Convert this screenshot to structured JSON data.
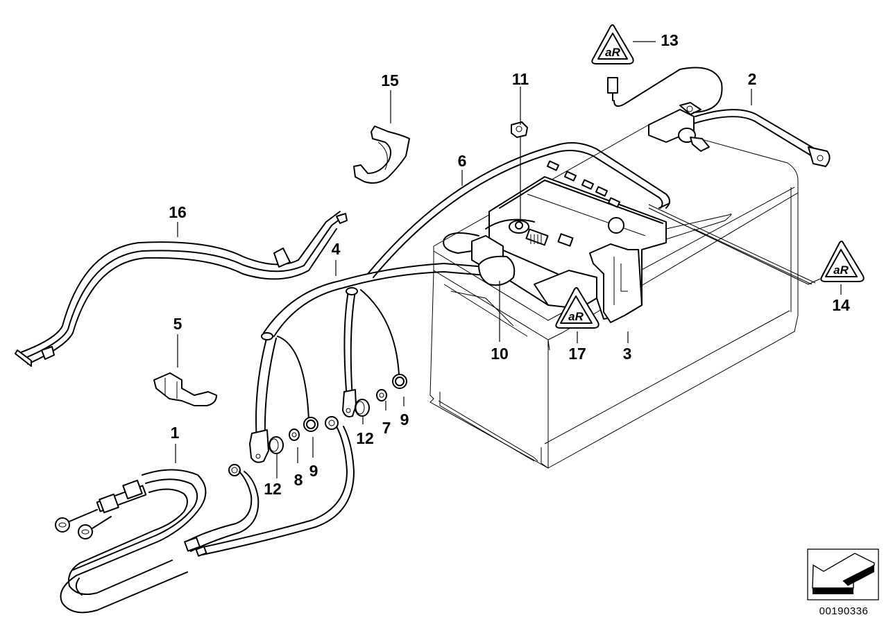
{
  "diagram": {
    "title": "Battery cables / battery assembly – exploded parts diagram",
    "reference_number": "00190336",
    "callouts": [
      {
        "id": "1",
        "label": "1",
        "part": "battery-cable-loop"
      },
      {
        "id": "2",
        "label": "2",
        "part": "positive-terminal-cable"
      },
      {
        "id": "3",
        "label": "3",
        "part": "terminal-bracket"
      },
      {
        "id": "4",
        "label": "4",
        "part": "ground-cable-harness"
      },
      {
        "id": "5",
        "label": "5",
        "part": "cable-clip"
      },
      {
        "id": "6",
        "label": "6",
        "part": "battery-vent-hose"
      },
      {
        "id": "7",
        "label": "7",
        "part": "hex-nut"
      },
      {
        "id": "8",
        "label": "8",
        "part": "hex-nut"
      },
      {
        "id": "9a",
        "label": "9",
        "part": "washer"
      },
      {
        "id": "9b",
        "label": "9",
        "part": "washer"
      },
      {
        "id": "10",
        "label": "10",
        "part": "terminal-cover-cap"
      },
      {
        "id": "11",
        "label": "11",
        "part": "collar-nut"
      },
      {
        "id": "12a",
        "label": "12",
        "part": "grommet"
      },
      {
        "id": "12b",
        "label": "12",
        "part": "grommet"
      },
      {
        "id": "13",
        "label": "13",
        "part": "warning-label"
      },
      {
        "id": "14",
        "label": "14",
        "part": "warning-label"
      },
      {
        "id": "15",
        "label": "15",
        "part": "mounting-bracket"
      },
      {
        "id": "16",
        "label": "16",
        "part": "cable-guide-rail"
      },
      {
        "id": "17",
        "label": "17",
        "part": "warning-label"
      }
    ],
    "warning_symbol_text": "aR",
    "nav_icon": "previous-diagram-arrow-icon"
  }
}
